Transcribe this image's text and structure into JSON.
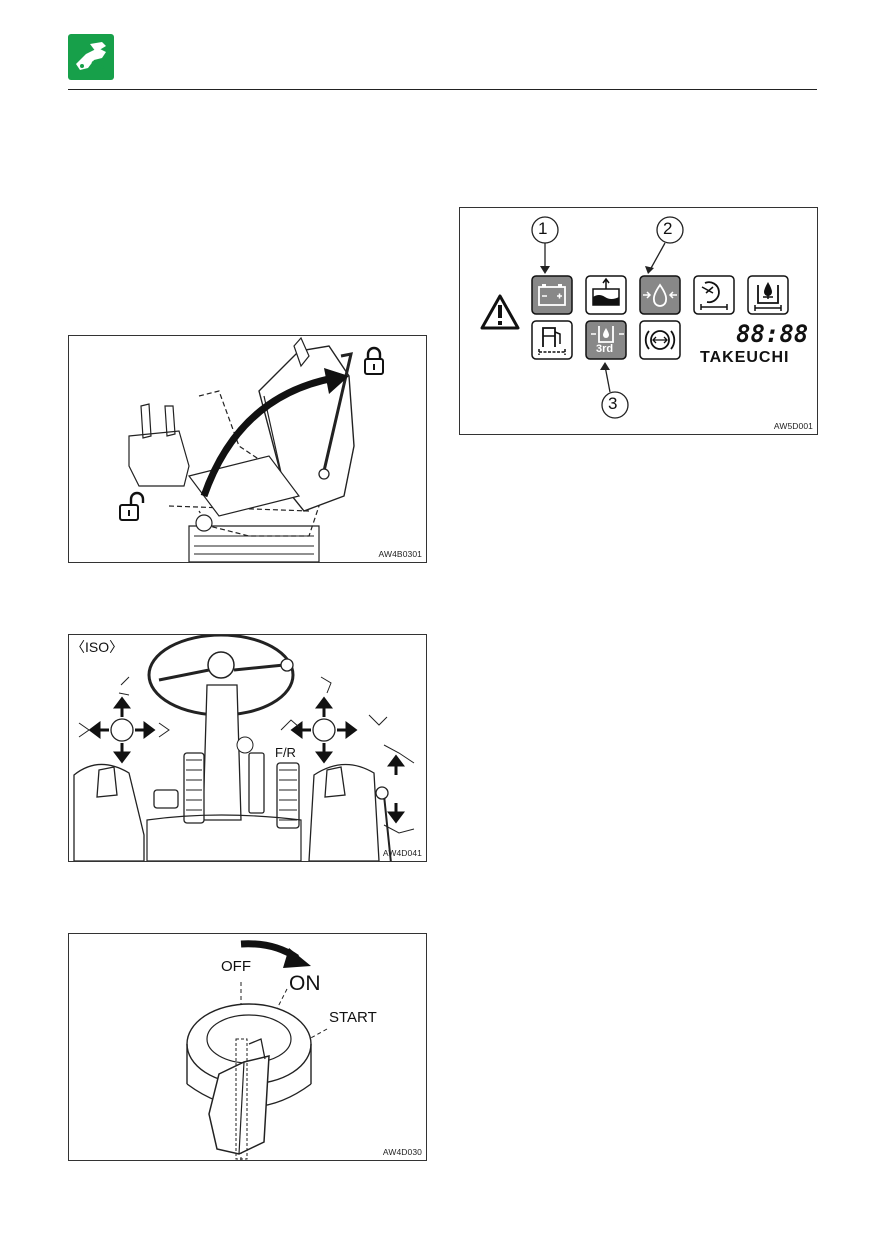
{
  "figures": {
    "seat_lock": {
      "code": "AW4B0301"
    },
    "controls": {
      "iso_label": "〈ISO〉",
      "fr_label": "F/R",
      "code": "AW4D041"
    },
    "key_switch": {
      "off": "OFF",
      "on": "ON",
      "start": "START",
      "code": "AW4D030"
    },
    "monitor": {
      "callouts": [
        "1",
        "2",
        "3"
      ],
      "third_label": "3rd",
      "clock": "88:88",
      "brand": "TAKEUCHI",
      "code": "AW5D001"
    }
  },
  "icons": [
    "hand-wrench-icon",
    "lock-icon",
    "unlock-icon",
    "warning-icon",
    "battery-icon",
    "coolant-icon",
    "oil-pressure-icon",
    "air-filter-icon",
    "hydraulic-icon",
    "fuel-icon",
    "third-circuit-icon",
    "brake-icon"
  ]
}
